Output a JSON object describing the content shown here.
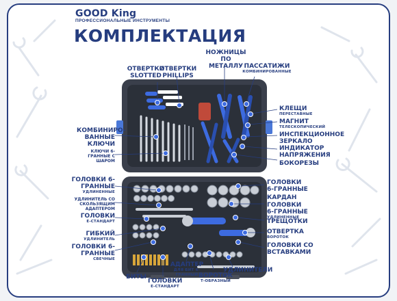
{
  "brand": {
    "logo_text": "GOOD King",
    "subtitle": "ПРОФЕССИОНАЛЬНЫЕ ИНСТРУМЕНТЫ"
  },
  "title": "КОМПЛЕКТАЦИЯ",
  "colors": {
    "primary": "#263d7f",
    "accent": "#3d6be0",
    "case": "#2f3440"
  },
  "labels": {
    "otvertki_slotted": {
      "main": "ОТВЕРТКИ SLOTTED"
    },
    "otvertki_phillips": {
      "main": "ОТВЕРТКИ PHILLIPS"
    },
    "nozhnitsy": {
      "main": "НОЖНИЦЫ ПО МЕТАЛЛУ"
    },
    "passatizhi": {
      "main": "ПАССАТИЖИ",
      "sub": "КОМБИНИРОВАННЫЕ"
    },
    "kleshchi": {
      "main": "КЛЕЩИ",
      "sub": "ПЕРЕСТАВНЫЕ"
    },
    "magnit": {
      "main": "МАГНИТ",
      "sub": "ТЕЛЕСКОПИЧЕСКИЙ"
    },
    "zerkalo": {
      "main": "ИНСПЕКЦИОННОЕ ЗЕРКАЛО"
    },
    "indikator": {
      "main": "ИНДИКАТОР НАПРЯЖЕНИЯ"
    },
    "bokorezy": {
      "main": "БОКОРЕЗЫ"
    },
    "klyuchi": {
      "main": "КОМБИНИРО-ВАННЫЕ КЛЮЧИ"
    },
    "klyuchi_6": {
      "main": "КЛЮЧИ 6-ГРАННЫЕ С ШАРОМ"
    },
    "golovki_udl_left": {
      "main": "ГОЛОВКИ 6-ГРАННЫЕ",
      "sub": "УДЛИНЕННЫЕ"
    },
    "udliniteli_adapter": {
      "main": "УДЛИНИТЕЛЬ СО СКОЛЬЗЯЩИМ АДАПТЕРОМ"
    },
    "golovki_e": {
      "main": "ГОЛОВКИ",
      "sub": "Е-СТАНДАРТ"
    },
    "gibkiy": {
      "main": "ГИБКИЙ",
      "sub": "УДЛИНИТЕЛЬ"
    },
    "golovki_svech": {
      "main": "ГОЛОВКИ 6-ГРАННЫЕ",
      "sub": "СВЕЧНЫЕ"
    },
    "golovki_6_right": {
      "main": "ГОЛОВКИ 6-ГРАННЫЕ"
    },
    "kardan": {
      "main": "КАРДАН"
    },
    "golovki_udl_right": {
      "main": "ГОЛОВКИ 6-ГРАННЫЕ",
      "sub": "УДЛИНЕННЫЕ"
    },
    "treshchotki": {
      "main": "ТРЕЩОТКИ"
    },
    "otvertka_vorotok": {
      "main": "ОТВЕРТКА",
      "sub": "ВОРОТОК"
    },
    "golovki_vstavki": {
      "main": "ГОЛОВКИ СО ВСТАВКАМИ"
    },
    "bity": {
      "main": "БИТЫ"
    },
    "golovki_e_bottom": {
      "main": "ГОЛОВКИ",
      "sub": "Е-СТАНДАРТ"
    },
    "adapter": {
      "main": "АДАПТЕР",
      "sub": "ДЛЯ БИТ 6-ГРАННЫЙ"
    },
    "vorotok": {
      "main": "ВОРОТОК",
      "sub": "Т-ОБРАЗНЫЙ"
    },
    "udliniteli": {
      "main": "УДЛИНИТЕЛИ"
    }
  }
}
